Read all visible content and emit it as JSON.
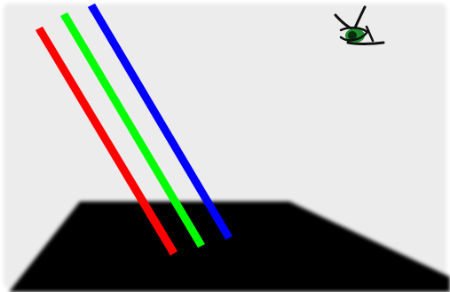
{
  "scene": {
    "background_color": "#ececec",
    "floor_color": "#000000",
    "beams": [
      {
        "name": "red",
        "color": "#ff0000"
      },
      {
        "name": "green",
        "color": "#00ff00"
      },
      {
        "name": "blue",
        "color": "#0000ff"
      }
    ],
    "viewer": {
      "icon": "eye-icon",
      "iris_color": "#1f8c2e",
      "pupil_color": "#052e0c",
      "stroke_color": "#111111"
    }
  }
}
